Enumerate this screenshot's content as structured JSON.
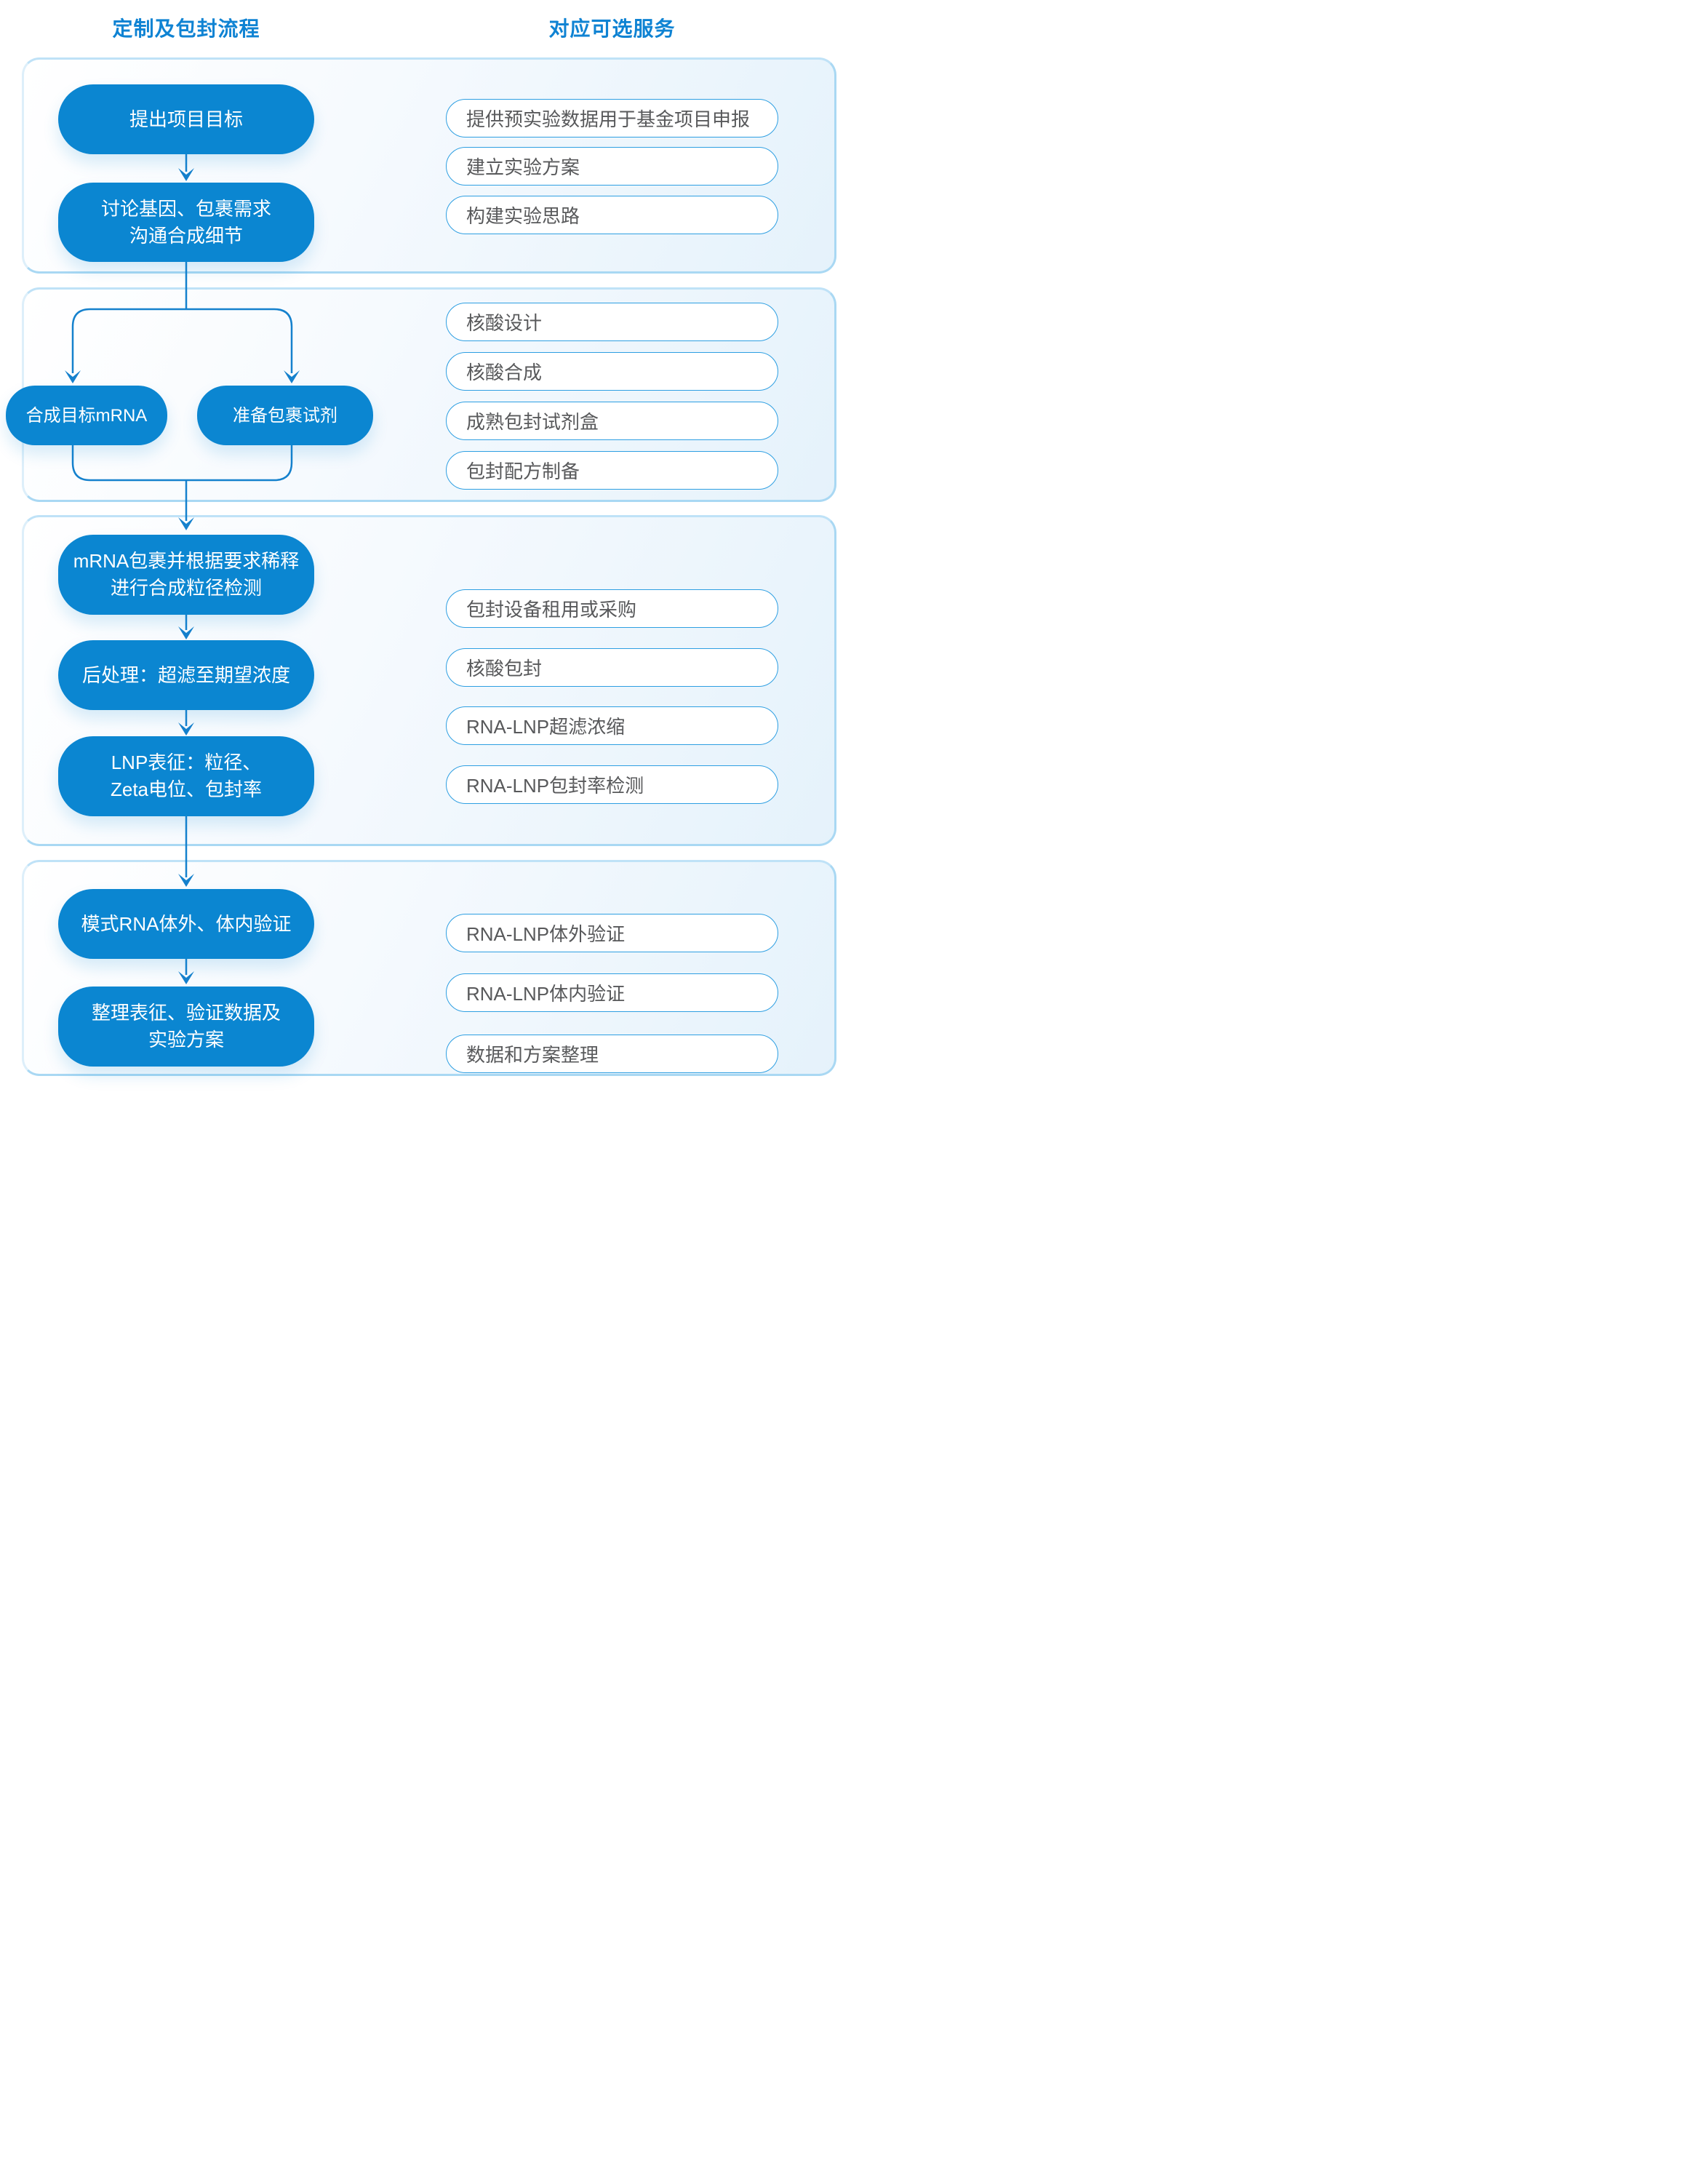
{
  "headers": {
    "left": "定制及包封流程",
    "right": "对应可选服务"
  },
  "colors": {
    "node_fill": "#0b86d1",
    "node_text": "#ffffff",
    "connector": "#1581cd",
    "pill_border": "#2e9fe2",
    "pill_text": "#58595b",
    "panel_border": "#a9d8f3",
    "panel_fill_end": "#e5f2fb",
    "header_text": "#0f83d3"
  },
  "flow": {
    "nodes": [
      {
        "id": "propose-goal",
        "lines": [
          "提出项目目标"
        ]
      },
      {
        "id": "discuss-requirements",
        "lines": [
          "讨论基因、包裹需求",
          "沟通合成细节"
        ]
      },
      {
        "id": "synthesize-mrna",
        "lines": [
          "合成目标mRNA"
        ]
      },
      {
        "id": "prepare-reagents",
        "lines": [
          "准备包裹试剂"
        ]
      },
      {
        "id": "encapsulate-dilute",
        "lines": [
          "mRNA包裹并根据要求稀释",
          "进行合成粒径检测"
        ]
      },
      {
        "id": "post-processing",
        "lines": [
          "后处理：超滤至期望浓度"
        ]
      },
      {
        "id": "lnp-characterization",
        "lines": [
          "LNP表征：粒径、",
          "Zeta电位、包封率"
        ]
      },
      {
        "id": "rna-validation",
        "lines": [
          "模式RNA体外、体内验证"
        ]
      },
      {
        "id": "organize-data",
        "lines": [
          "整理表征、验证数据及",
          "实验方案"
        ]
      }
    ]
  },
  "services": {
    "group1": [
      "提供预实验数据用于基金项目申报",
      "建立实验方案",
      "构建实验思路"
    ],
    "group2": [
      "核酸设计",
      "核酸合成",
      "成熟包封试剂盒",
      "包封配方制备"
    ],
    "group3": [
      "包封设备租用或采购",
      "核酸包封",
      "RNA-LNP超滤浓缩",
      "RNA-LNP包封率检测"
    ],
    "group4": [
      "RNA-LNP体外验证",
      "RNA-LNP体内验证",
      "数据和方案整理"
    ]
  }
}
